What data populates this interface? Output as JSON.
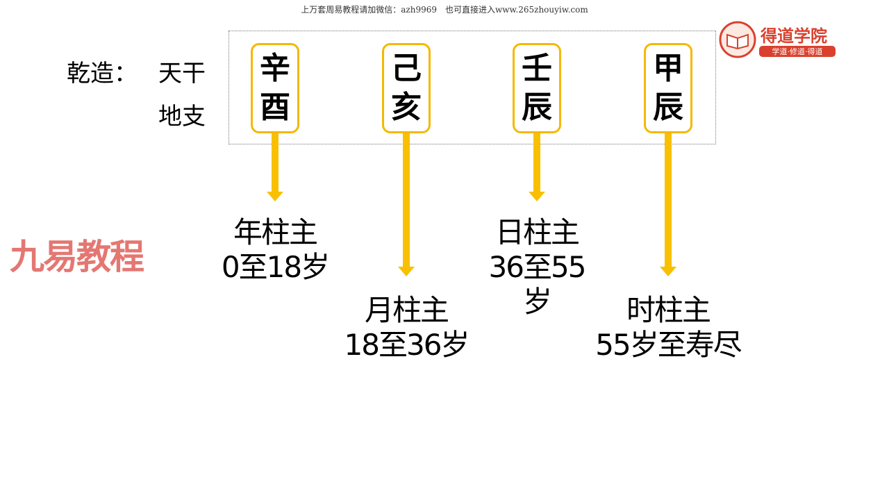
{
  "header_note": "上万套周易教程请加微信：azh9969　也可直接进入www.265zhouyiw.com",
  "labels": {
    "gender": "乾造：",
    "stems": "天干",
    "branches": "地支"
  },
  "pillars": [
    {
      "stem": "辛",
      "branch": "酉",
      "title": "年柱主",
      "range": [
        "0至18岁"
      ]
    },
    {
      "stem": "己",
      "branch": "亥",
      "title": "月柱主",
      "range": [
        "18至36岁"
      ]
    },
    {
      "stem": "壬",
      "branch": "辰",
      "title": "日柱主",
      "range": [
        "36至55",
        "岁"
      ]
    },
    {
      "stem": "甲",
      "branch": "辰",
      "title": "时柱主",
      "range": [
        "55岁至寿尽"
      ]
    }
  ],
  "watermark": "九易教程",
  "logo": {
    "name": "得道学院",
    "slogan": "学道·修道·得道"
  },
  "colors": {
    "accent": "#f8c000",
    "logo": "#d9412e"
  }
}
